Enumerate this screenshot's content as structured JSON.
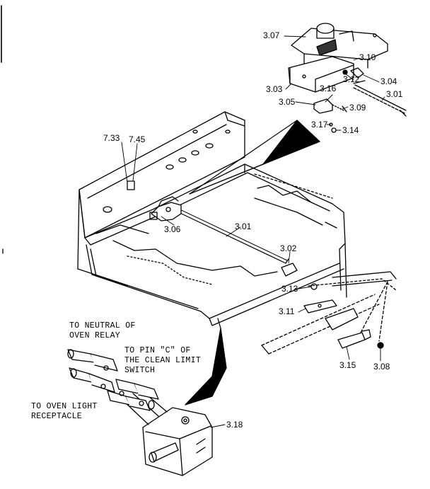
{
  "part_labels": {
    "p307": "3.07",
    "p310": "3.10",
    "p312": "3.12",
    "p304": "3.04",
    "p303": "3.03",
    "p316": "3.16",
    "p301a": "3.01",
    "p305": "3.05",
    "p309": "3.09",
    "p317": "3.17",
    "p314": "3.14",
    "p733": "7.33",
    "p745": "7.45",
    "p306": "3.06",
    "p301b": "3.01",
    "p302": "3.02",
    "p313": "3.13",
    "p311": "3.11",
    "p315": "3.15",
    "p308": "3.08",
    "p318": "3.18"
  },
  "notes": {
    "neutral_line1": "TO NEUTRAL OF",
    "neutral_line2": "OVEN RELAY",
    "pin_line1": "TO PIN \"C\" OF",
    "pin_line2": "THE CLEAN LIMIT",
    "pin_line3": "SWITCH",
    "light_line1": "TO OVEN LIGHT",
    "light_line2": "RECEPTACLE"
  }
}
